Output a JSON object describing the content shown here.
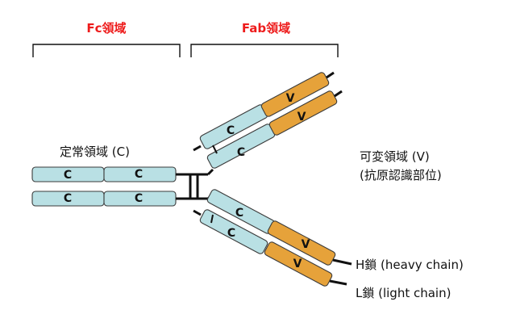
{
  "regions": {
    "fc_title": "Fc領域",
    "fab_title": "Fab領域"
  },
  "labels": {
    "constant_region": "定常領域 (C)",
    "variable_region": "可変領域 (V)",
    "antigen_site": "(抗原認識部位)",
    "heavy_chain": "H鎖 (heavy chain)",
    "light_chain": "L鎖 (light chain)"
  },
  "domains": {
    "constant": "C",
    "variable": "V"
  },
  "colors": {
    "title_red": "#ee1c1c",
    "constant_domain": "#b9e0e4",
    "variable_domain": "#e6a23a"
  }
}
